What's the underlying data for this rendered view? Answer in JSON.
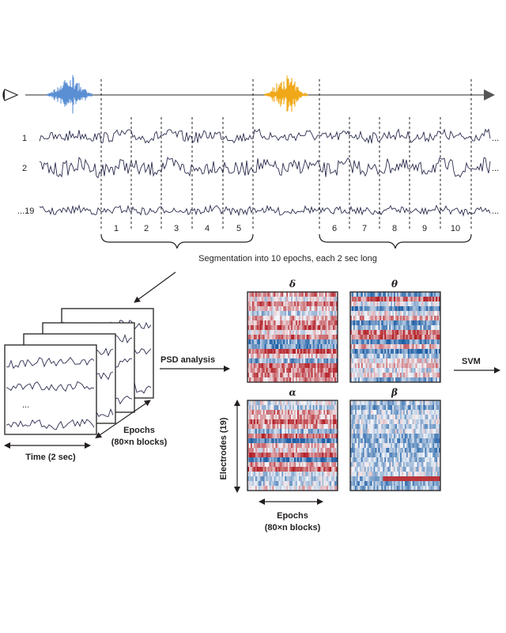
{
  "colors": {
    "axis": "#555555",
    "signal": "#2b2d4f",
    "stimulus_a": "#5b8fd4",
    "stimulus_b": "#f0a818",
    "heat_low": "#1f5fa6",
    "heat_high": "#b41f26",
    "text": "#231f20"
  },
  "timeline": {
    "eye_icon": "eye-icon",
    "channels": [
      "1",
      "2",
      "...19"
    ],
    "ellipsis": "...",
    "epoch_numbers": [
      "1",
      "2",
      "3",
      "4",
      "5",
      "6",
      "7",
      "8",
      "9",
      "10"
    ],
    "caption": "Segmentation into 10 epochs, each 2 sec long"
  },
  "stack": {
    "inner_ellipsis": "...",
    "time_label": "Time (2 sec)",
    "epochs_label_line1": "Epochs",
    "epochs_label_line2": "(80×n blocks)"
  },
  "arrows": {
    "psd_label": "PSD analysis",
    "svm_label": "SVM"
  },
  "heatmaps": {
    "bands": [
      {
        "symbol": "δ",
        "pattern": "row-dominant"
      },
      {
        "symbol": "θ",
        "pattern": "row-dominant"
      },
      {
        "symbol": "α",
        "pattern": "row-dominant"
      },
      {
        "symbol": "β",
        "pattern": "mostly-low"
      }
    ],
    "y_label": "Electrodes (19)",
    "x_label_line1": "Epochs",
    "x_label_line2": "(80×n blocks)"
  }
}
